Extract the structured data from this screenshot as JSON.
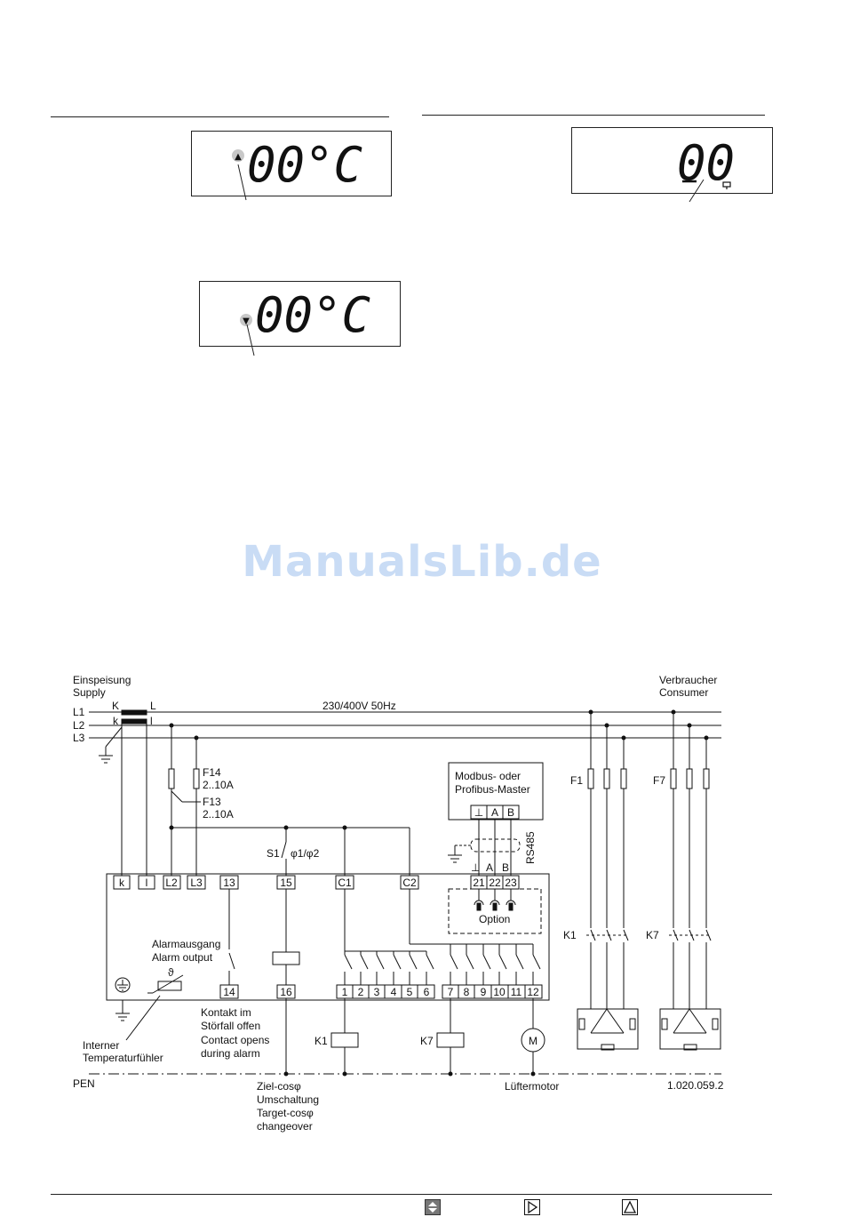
{
  "displays": {
    "up": {
      "value": "00°C",
      "arrow": "▲"
    },
    "down": {
      "value": "00°C",
      "arrow": "▼"
    },
    "relay": {
      "value": "00"
    }
  },
  "watermark": "ManualsLib.de",
  "diagram": {
    "supply_de": "Einspeisung",
    "supply_en": "Supply",
    "consumer_de": "Verbraucher",
    "consumer_en": "Consumer",
    "l1": "L1",
    "l2": "L2",
    "l3": "L3",
    "ct_K": "K",
    "ct_L": "L",
    "ct_k": "k",
    "ct_l": "l",
    "voltage": "230/400V 50Hz",
    "f14": "F14",
    "f14_range": "2..10A",
    "f13": "F13",
    "f13_range": "2..10A",
    "s1": "S1",
    "s1_label": "φ1/φ2",
    "master_line1": "Modbus- oder",
    "master_line2": "Profibus-Master",
    "master_terms": [
      "⊥",
      "A",
      "B"
    ],
    "rs485": "RS485",
    "bus_gnd": "⊥",
    "bus_a": "A",
    "bus_b": "B",
    "option": "Option",
    "terminals_top": [
      "k",
      "l",
      "L2",
      "L3",
      "13",
      "15",
      "C1",
      "C2",
      "21",
      "22",
      "23"
    ],
    "terminals_bottom": [
      "14",
      "16",
      "1",
      "2",
      "3",
      "4",
      "5",
      "6",
      "7",
      "8",
      "9",
      "10",
      "11",
      "12"
    ],
    "alarm_de": "Alarmausgang",
    "alarm_en": "Alarm output",
    "contact_l1": "Kontakt im",
    "contact_l2": "Störfall offen",
    "contact_l3": "Contact opens",
    "contact_l4": "during alarm",
    "sensor_l1": "Interner",
    "sensor_l2": "Temperaturfühler",
    "theta": "ϑ",
    "k1": "K1",
    "k7": "K7",
    "f1": "F1",
    "f7": "F7",
    "k1_contact": "K1",
    "k7_contact": "K7",
    "pen": "PEN",
    "target_l1": "Ziel-cosφ",
    "target_l2": "Umschaltung",
    "target_l3": "Target-cosφ",
    "target_l4": "changeover",
    "fan": "Lüftermotor",
    "motor": "M",
    "doc_ref": "1.020.059.2"
  },
  "icons": [
    "up-down-arrows-icon",
    "play-triangle-icon",
    "warning-triangle-icon"
  ]
}
